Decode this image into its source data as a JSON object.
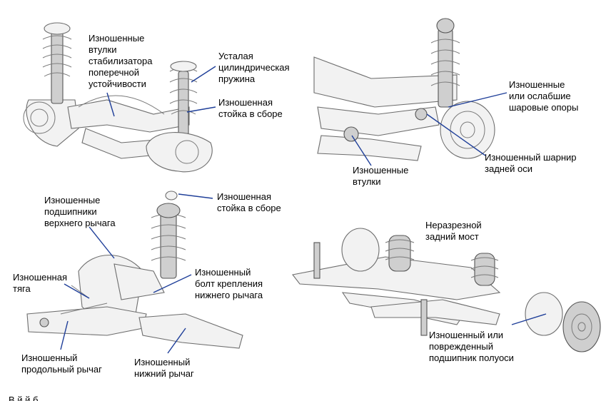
{
  "panels": {
    "front_strut": {
      "labels": {
        "stabilizer_bushings": "Изношенные\nвтулки\nстабилизатора\nпоперечной\nустойчивости",
        "tired_coil_spring": "Усталая\nцилиндрическая\nпружина",
        "worn_strut_assembly": "Изношенная\nстойка в сборе"
      }
    },
    "rear_multilink": {
      "labels": {
        "ball_joints": "Изношенные\nили ослабшие\nшаровые опоры",
        "rear_axle_joint": "Изношенный шарнир\nзадней оси",
        "bushings": "Изношенные\nвтулки"
      }
    },
    "double_wishbone": {
      "labels": {
        "upper_arm_bearings": "Изношенные\nподшипники\nверхнего рычага",
        "strut_assembly": "Изношенная\nстойка в сборе",
        "tie_rod": "Изношенная\nтяга",
        "lower_arm_bolt": "Изношенный\nболт крепления\nнижнего рычага",
        "trailing_arm": "Изношенный\nпродольный рычаг",
        "lower_arm": "Изношенный\nнижний рычаг"
      }
    },
    "solid_axle": {
      "labels": {
        "solid_rear_axle": "Неразрезной\nзадний мост",
        "axle_bearing": "Изношенный или\nповрежденный\nподшипник полуоси"
      }
    }
  },
  "caption": "В                                                  й                        й                               б",
  "colors": {
    "leader": "#1f3f99",
    "outline": "#6d6d6d"
  }
}
